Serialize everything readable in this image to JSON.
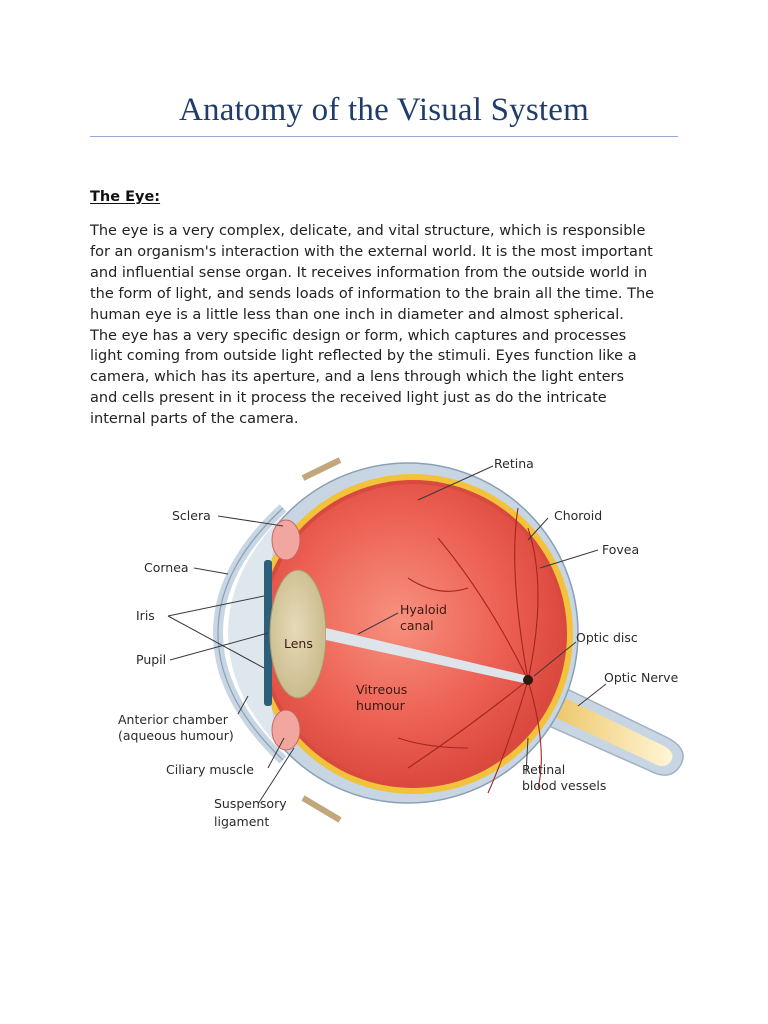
{
  "document": {
    "title": "Anatomy of the Visual System",
    "section_heading": "The Eye:",
    "paragraph_lines": [
      "The eye is a very complex, delicate, and vital structure, which is responsible",
      "for an organism's interaction with the external world. It is the most important",
      "and influential sense organ. It receives information from the outside world in",
      "the form of light, and sends loads of information to the brain all the time. The",
      "human eye is a little less than one inch in diameter and almost spherical.",
      "The eye has a very specific design or form, which captures and processes",
      "light coming from outside light reflected by the stimuli. Eyes function like a",
      "camera, which has its aperture, and a lens through which the light enters",
      "and cells present in it process the received light just as do the intricate",
      "internal parts of the camera."
    ]
  },
  "diagram": {
    "labels": {
      "retina": "Retina",
      "sclera": "Sclera",
      "choroid": "Choroid",
      "fovea": "Fovea",
      "cornea": "Cornea",
      "iris": "Iris",
      "hyaloid_canal_1": "Hyaloid",
      "hyaloid_canal_2": "canal",
      "lens": "Lens",
      "optic_disc": "Optic disc",
      "pupil": "Pupil",
      "optic_nerve": "Optic Nerve",
      "vitreous_1": "Vitreous",
      "vitreous_2": "humour",
      "anterior_chamber_1": "Anterior chamber",
      "anterior_chamber_2": "(aqueous humour)",
      "ciliary_muscle": "Ciliary muscle",
      "retinal_vessels_1": "Retinal",
      "retinal_vessels_2": "blood vessels",
      "suspensory_1": "Suspensory",
      "suspensory_2": "ligament"
    },
    "colors": {
      "vitreous": "#e8554a",
      "vitreous_light": "#f47e6e",
      "retina_band": "#f2c23a",
      "sclera": "#c8d6e3",
      "lens": "#d8c9a0",
      "optic_nerve": "#f5d870",
      "vessels": "#a3261e"
    }
  }
}
